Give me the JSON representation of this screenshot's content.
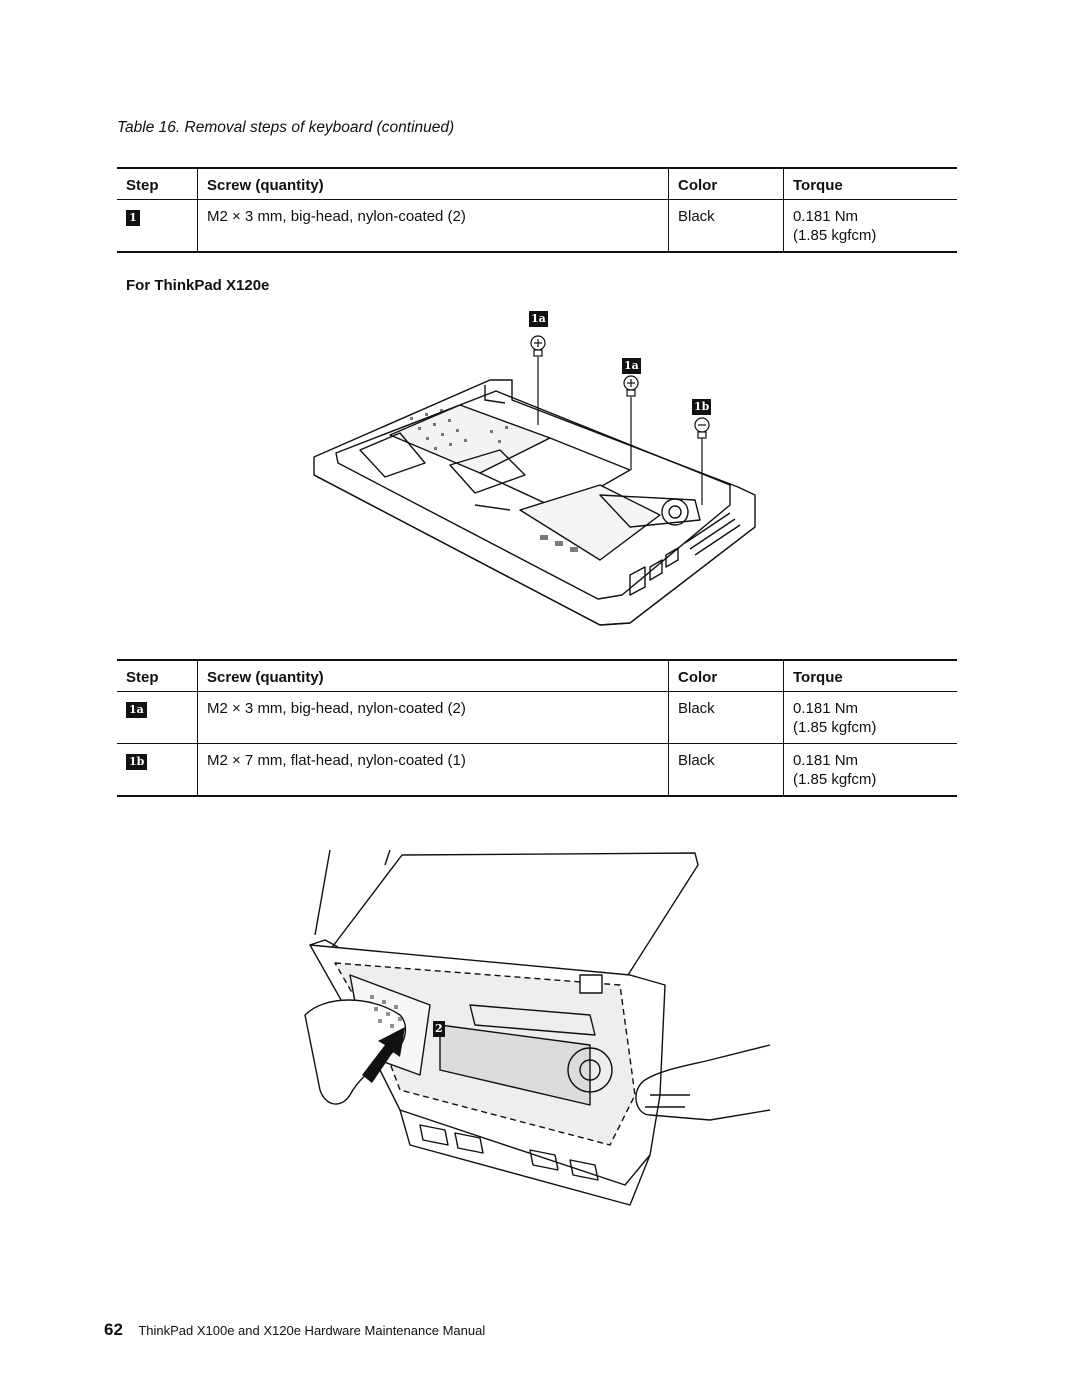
{
  "caption": "Table 16. Removal steps of keyboard (continued)",
  "table1": {
    "headers": [
      "Step",
      "Screw (quantity)",
      "Color",
      "Torque"
    ],
    "rows": [
      {
        "step": "1",
        "screw": "M2 × 3 mm, big-head, nylon-coated (2)",
        "color": "Black",
        "torque": "0.181 Nm",
        "torque2": "(1.85 kgfcm)"
      }
    ]
  },
  "section_title": "For ThinkPad X120e",
  "figure1": {
    "callouts": [
      "1a",
      "1a",
      "1b"
    ]
  },
  "table2": {
    "headers": [
      "Step",
      "Screw (quantity)",
      "Color",
      "Torque"
    ],
    "rows": [
      {
        "step": "1a",
        "screw": "M2 × 3 mm, big-head, nylon-coated (2)",
        "color": "Black",
        "torque": "0.181 Nm",
        "torque2": "(1.85 kgfcm)"
      },
      {
        "step": "1b",
        "screw": "M2 × 7 mm, flat-head, nylon-coated (1)",
        "color": "Black",
        "torque": "0.181 Nm",
        "torque2": "(1.85 kgfcm)"
      }
    ]
  },
  "figure2": {
    "callout": "2"
  },
  "footer": {
    "page_number": "62",
    "title": "ThinkPad X100e and X120e Hardware Maintenance Manual"
  }
}
